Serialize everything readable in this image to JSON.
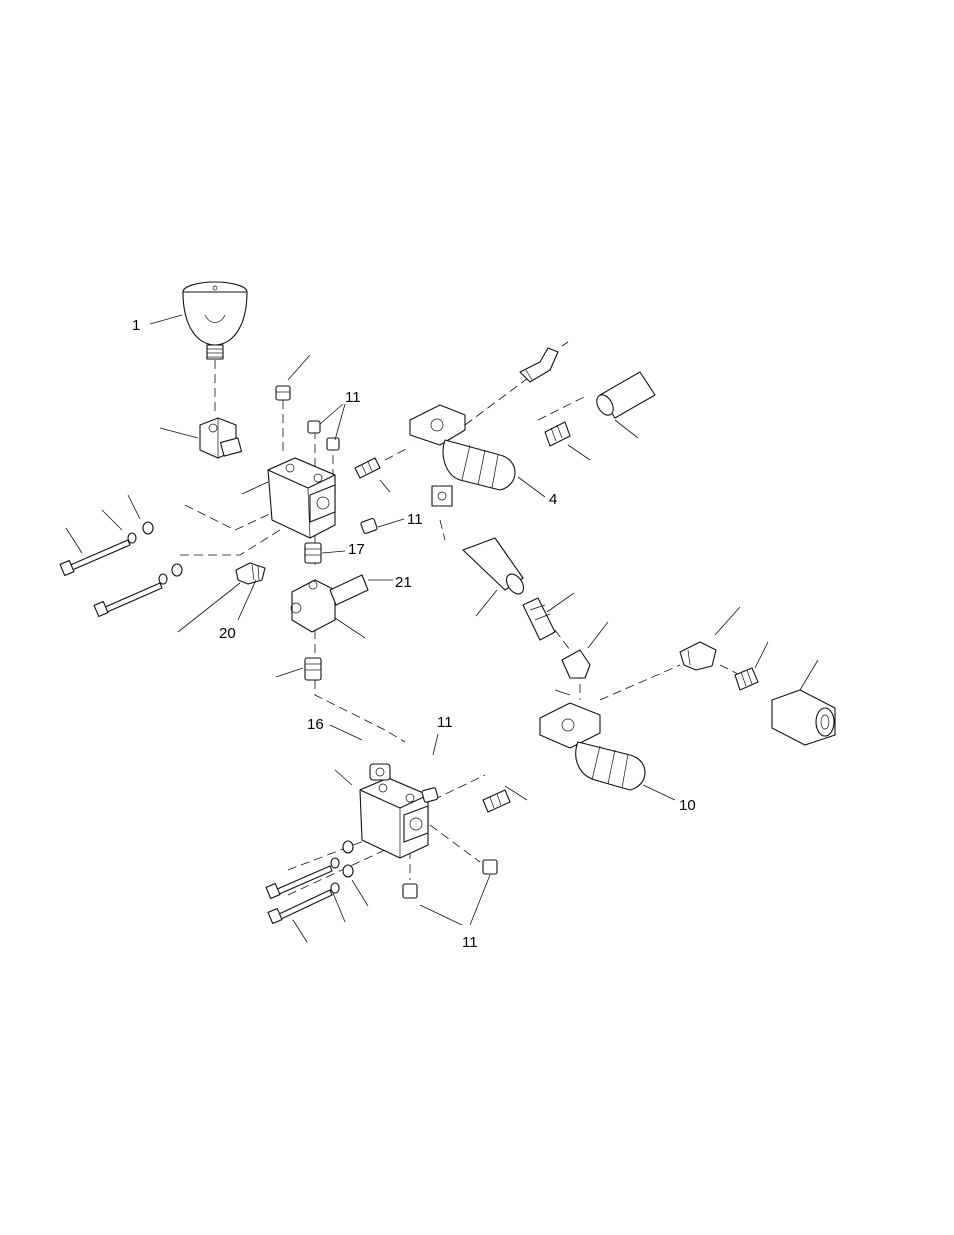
{
  "callouts": {
    "c1": "1",
    "c11_top": "11",
    "c4": "4",
    "c11_mid": "11",
    "c17": "17",
    "c21": "21",
    "c20": "20",
    "c16": "16",
    "c11_lower": "11",
    "c10": "10",
    "c11_bottom": "11"
  }
}
